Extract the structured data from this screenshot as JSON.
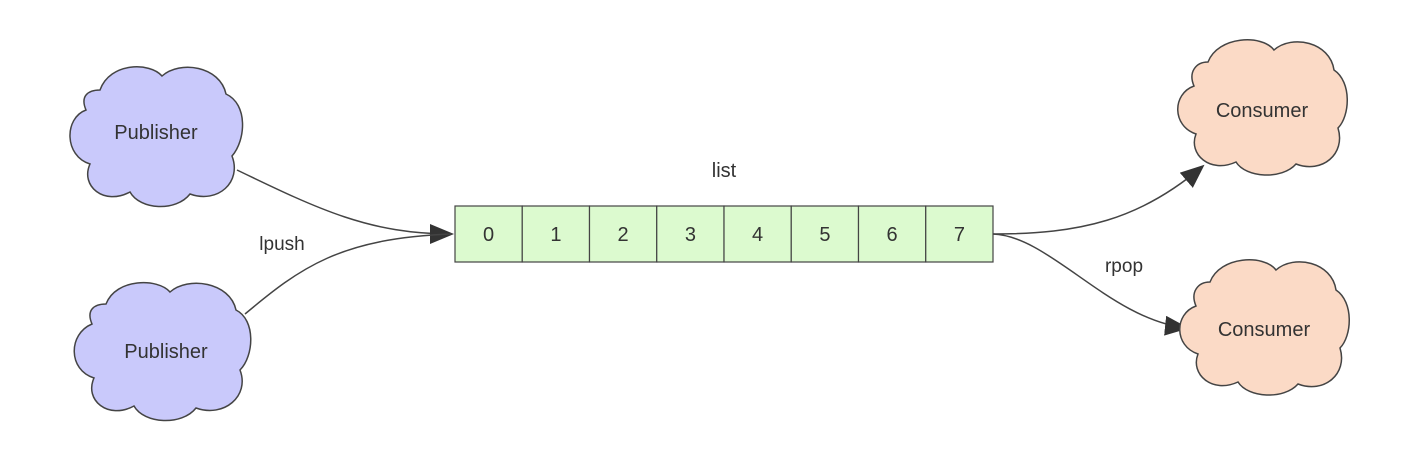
{
  "diagram": {
    "publishers": [
      {
        "label": "Publisher"
      },
      {
        "label": "Publisher"
      }
    ],
    "consumers": [
      {
        "label": "Consumer"
      },
      {
        "label": "Consumer"
      }
    ],
    "list": {
      "label": "list",
      "cells": [
        "0",
        "1",
        "2",
        "3",
        "4",
        "5",
        "6",
        "7"
      ]
    },
    "edges": {
      "push_label": "lpush",
      "pop_label": "rpop"
    }
  },
  "colors": {
    "publisher_fill": "#c9c9fb",
    "consumer_fill": "#fbdac6",
    "cell_fill": "#dcfacf",
    "stroke": "#444444"
  }
}
